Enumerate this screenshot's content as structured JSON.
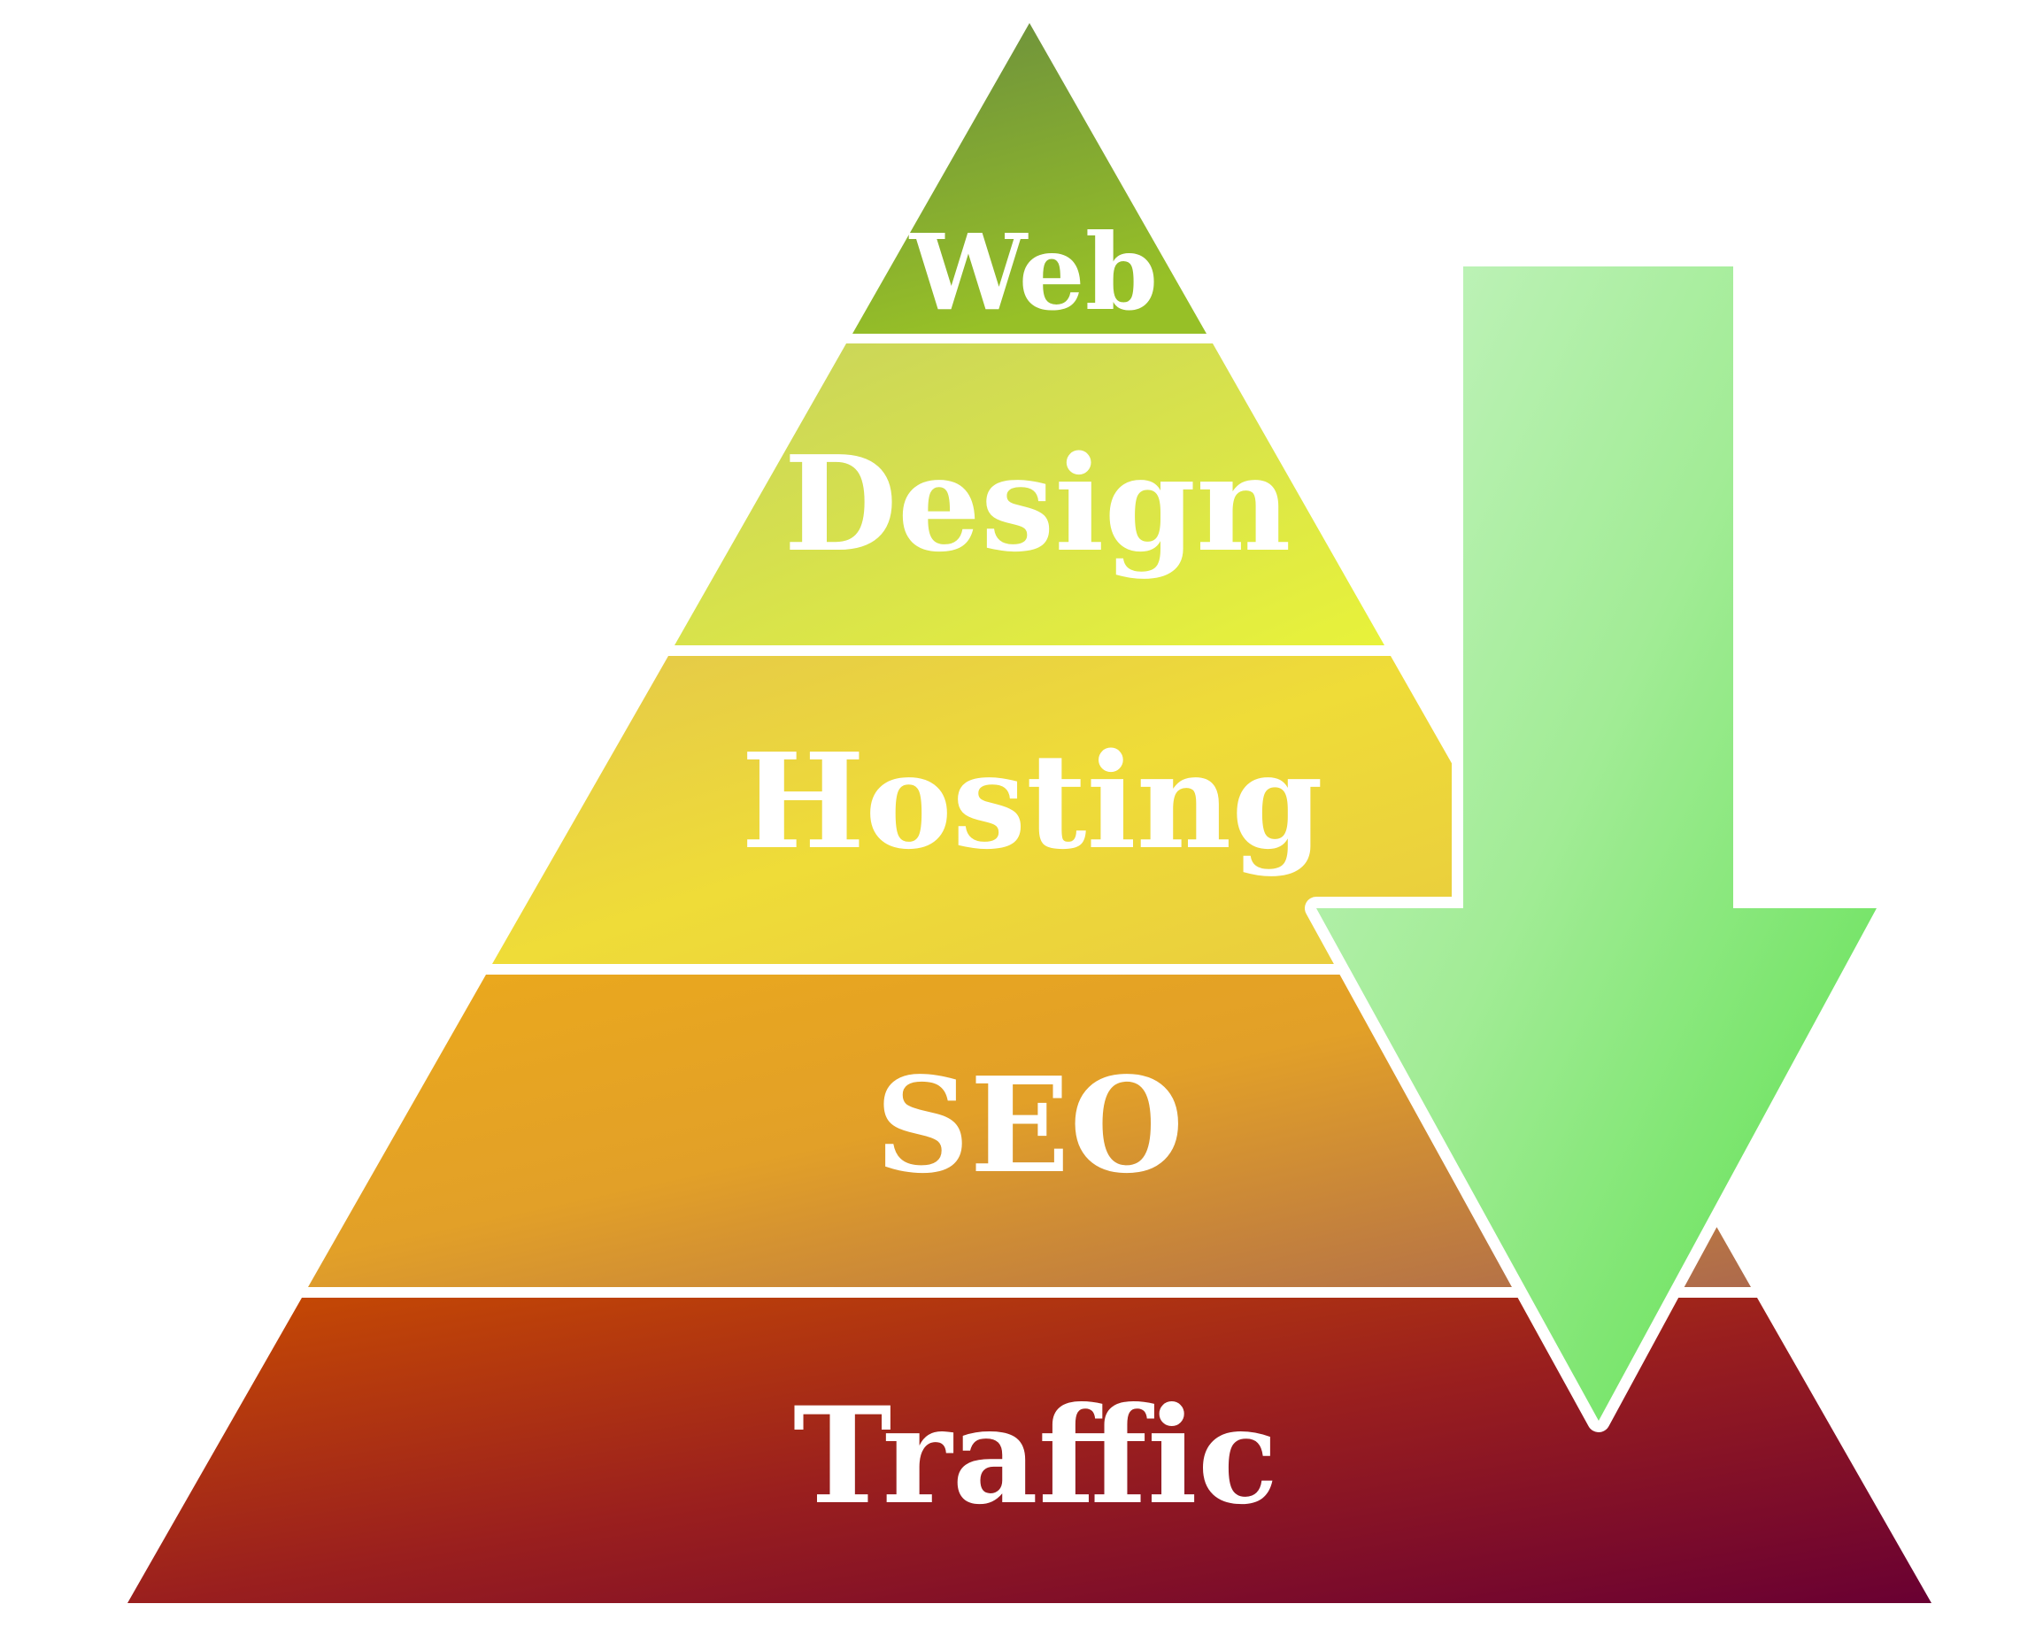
{
  "diagram": {
    "type": "pyramid",
    "levels": [
      {
        "label": "Web",
        "colors": {
          "start": "#6b8e3e",
          "end": "#97c027"
        }
      },
      {
        "label": "Design",
        "colors": {
          "start": "#c8d35c",
          "end": "#e8f23a"
        }
      },
      {
        "label": "Hosting",
        "colors": {
          "start": "#e4c84a",
          "end": "#efdc38"
        }
      },
      {
        "label": "SEO",
        "colors": {
          "start": "#eba91c",
          "end": "#ad6a4c"
        }
      },
      {
        "label": "Traffic",
        "colors": {
          "start": "#c84c02",
          "end": "#690032"
        }
      }
    ],
    "arrow": {
      "direction": "down",
      "icon": "down-arrow-icon",
      "colors": {
        "start": "#c6f4c2",
        "end": "#5ce04e"
      },
      "outline": "#ffffff"
    },
    "background": "#ffffff"
  }
}
